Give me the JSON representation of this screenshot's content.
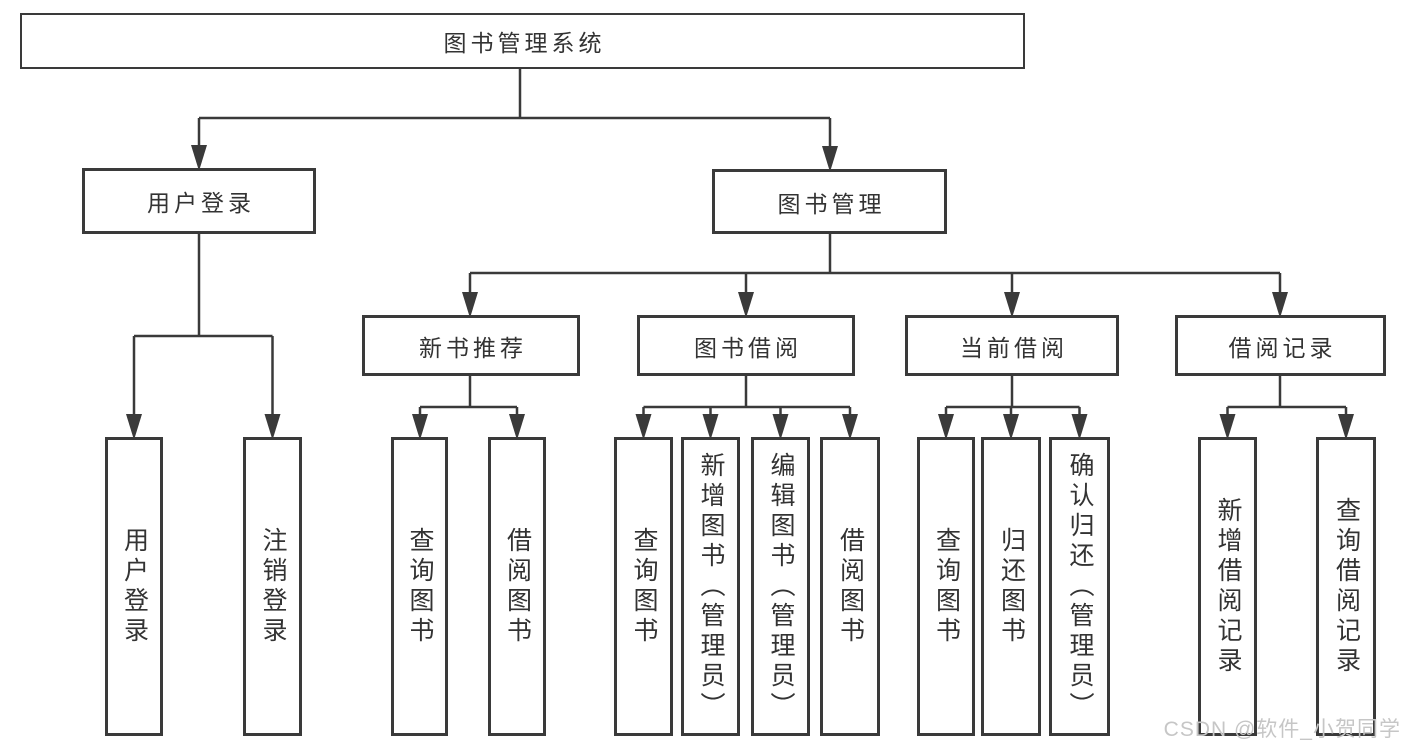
{
  "diagram": {
    "tree": {
      "label": "图书管理系统",
      "children": [
        {
          "label": "用户登录",
          "children": [
            {
              "label": "用户登录"
            },
            {
              "label": "注销登录"
            }
          ]
        },
        {
          "label": "图书管理",
          "children": [
            {
              "label": "新书推荐",
              "children": [
                {
                  "label": "查询图书"
                },
                {
                  "label": "借阅图书"
                }
              ]
            },
            {
              "label": "图书借阅",
              "children": [
                {
                  "label": "查询图书"
                },
                {
                  "label": "新增图书（管理员）"
                },
                {
                  "label": "编辑图书（管理员）"
                },
                {
                  "label": "借阅图书"
                }
              ]
            },
            {
              "label": "当前借阅",
              "children": [
                {
                  "label": "查询图书"
                },
                {
                  "label": "归还图书"
                },
                {
                  "label": "确认归还（管理员）"
                }
              ]
            },
            {
              "label": "借阅记录",
              "children": [
                {
                  "label": "新增借阅记录"
                },
                {
                  "label": "查询借阅记录"
                }
              ]
            }
          ]
        }
      ]
    },
    "colors": {
      "line": "#3a3a3a",
      "box_border": "#3a3a3a",
      "text": "#333333",
      "background": "#ffffff",
      "watermark": "#c6c6c6"
    }
  },
  "watermark": {
    "text": "CSDN @软件_小贺同学"
  }
}
